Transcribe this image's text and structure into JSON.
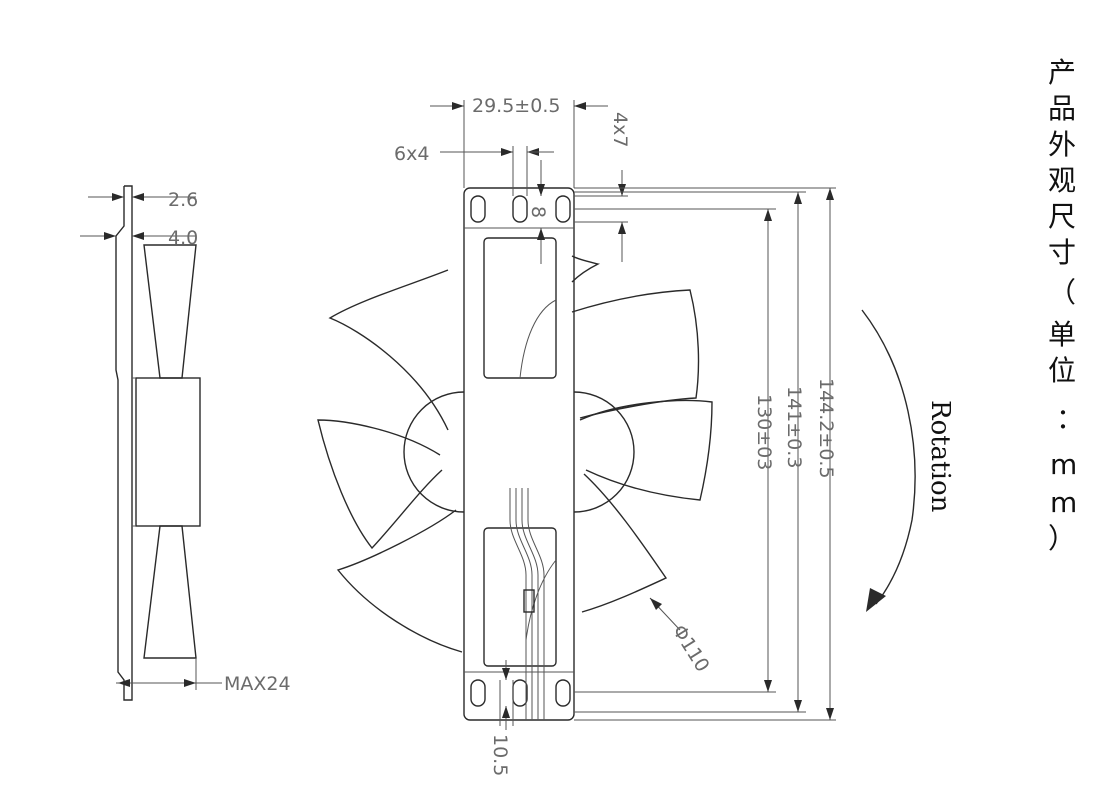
{
  "title_vertical": [
    "产",
    "品",
    "外",
    "观",
    "尺",
    "寸",
    "（",
    "单",
    "位",
    "：",
    "m",
    "m",
    "）"
  ],
  "rotation_label": "Rotation",
  "dimensions": {
    "width_top": "29.5±0.5",
    "hole_slot": "6x4",
    "hole_vert": "4x7",
    "gap": "8",
    "height_inner": "130±03",
    "height_mid": "141±0.3",
    "height_outer": "144.2±0.5",
    "diameter": "Φ110",
    "bottom_offset": "10.5",
    "side_t1": "2.6",
    "side_t2": "4.0",
    "side_depth": "MAX24"
  },
  "colors": {
    "line": "#2a2a2a",
    "dim_text": "#6b6b6b"
  }
}
